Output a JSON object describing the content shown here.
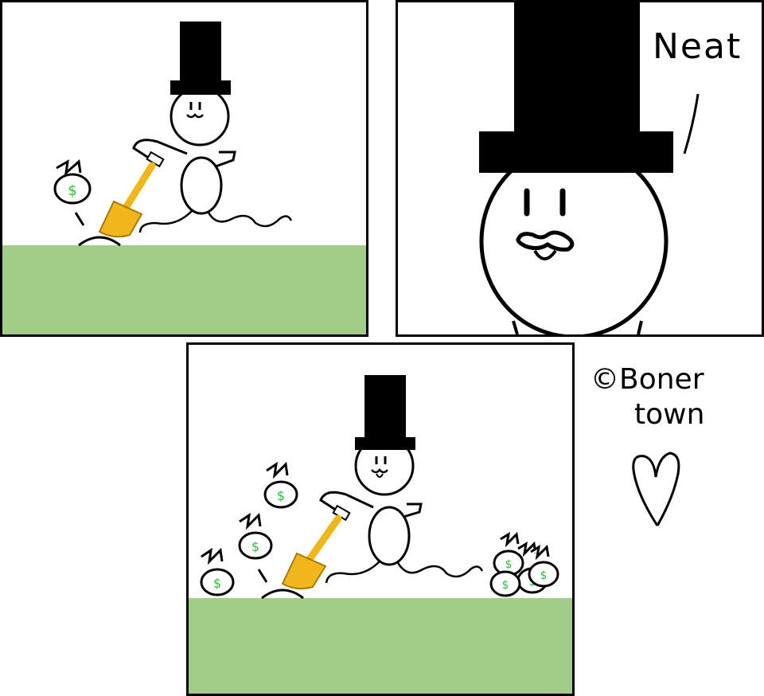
{
  "comic": {
    "colors": {
      "ground": "#a1cd86",
      "ink": "#000000",
      "shovel": "#f0b61c",
      "money_sign": "#2dbf3a",
      "background": "#ffffff"
    },
    "panel_2": {
      "speech_text": "Neat"
    },
    "signature": {
      "copyright": "©",
      "line_1": "Boner",
      "line_2": "town"
    },
    "icons": [
      "top-hat-icon",
      "shovel-icon",
      "money-bag-icon",
      "heart-icon"
    ]
  }
}
